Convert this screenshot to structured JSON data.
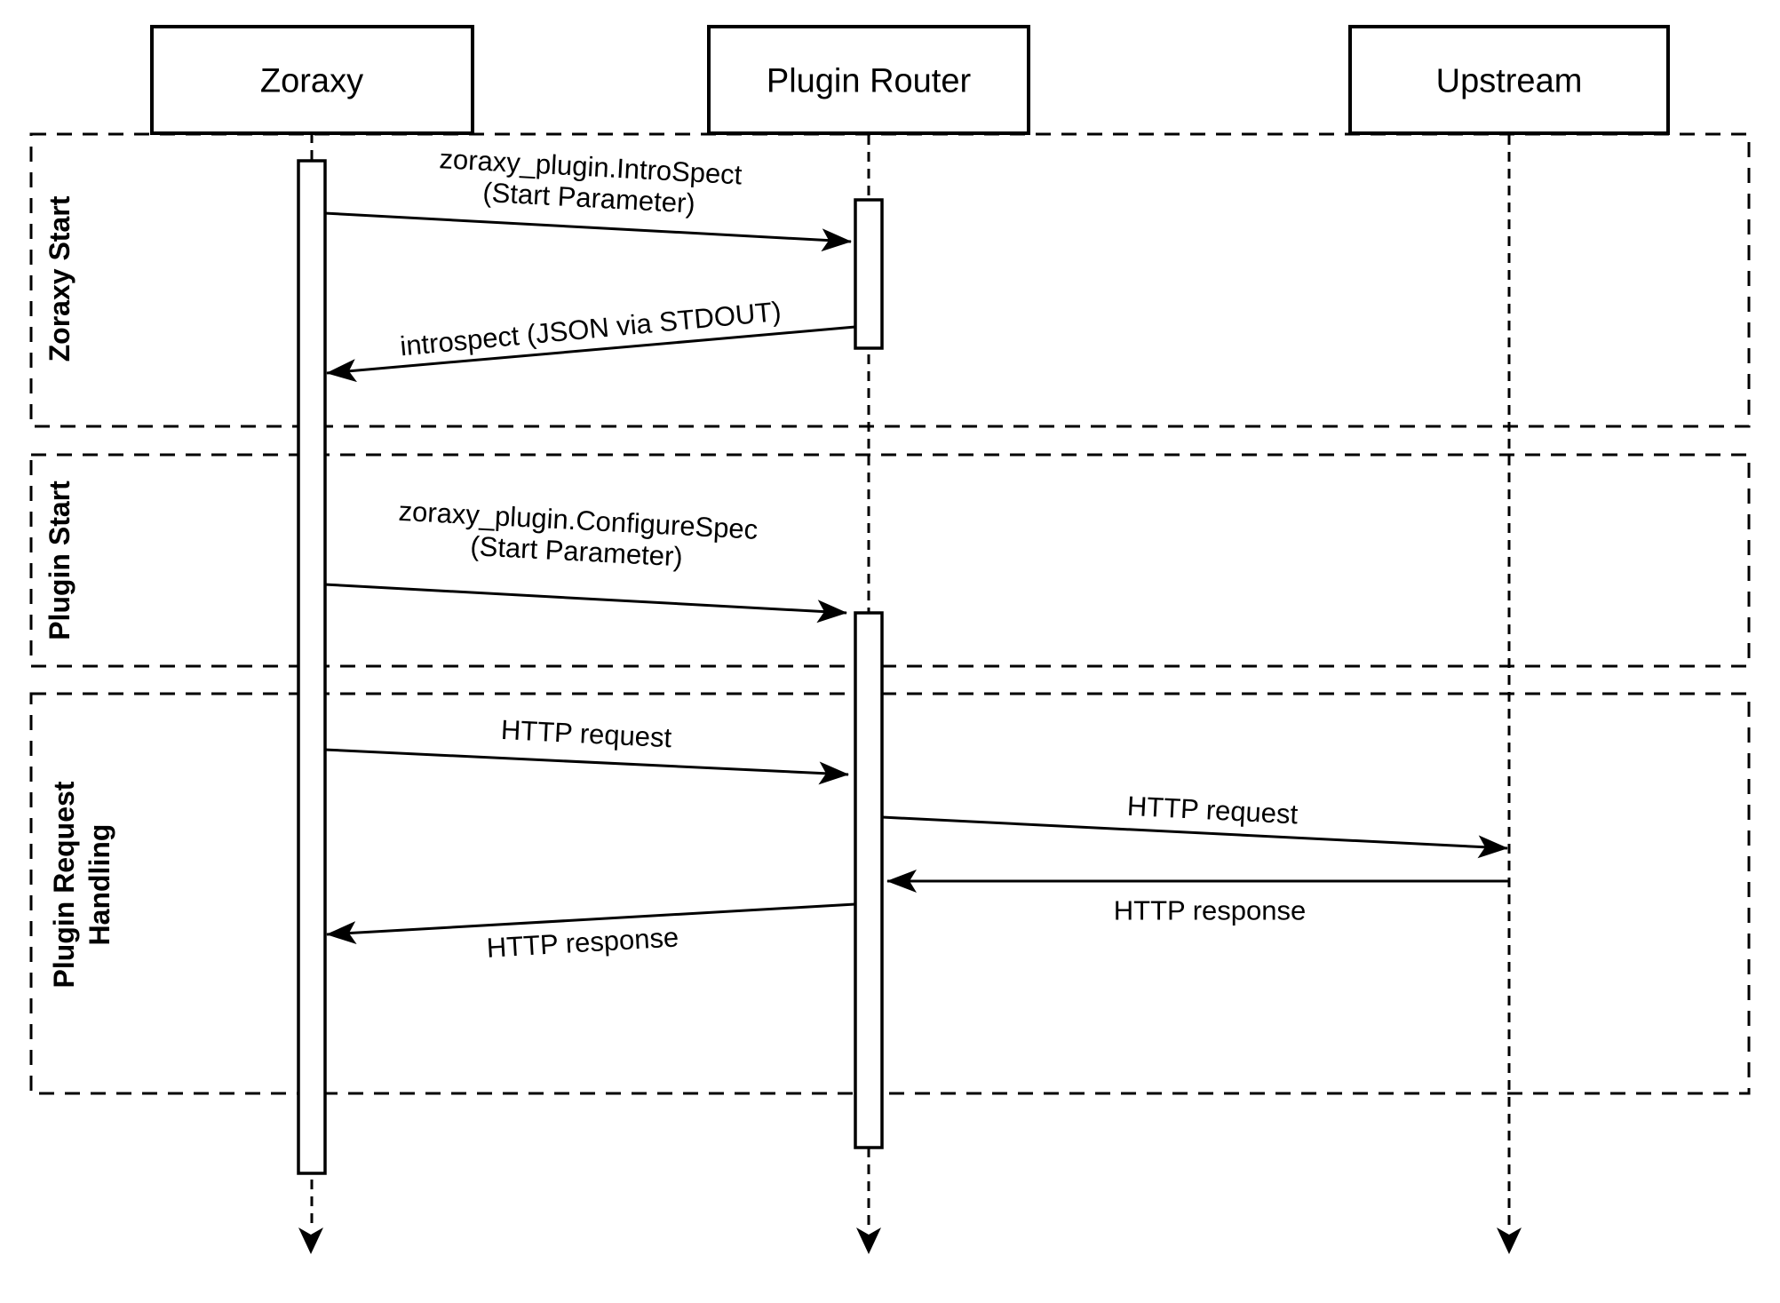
{
  "diagram": {
    "type": "sequence-diagram",
    "colors": {
      "ink": "#000000",
      "background": "#ffffff"
    },
    "participants": [
      {
        "name": "Zoraxy"
      },
      {
        "name": "Plugin Router"
      },
      {
        "name": "Upstream"
      }
    ],
    "frames": [
      {
        "label": "Zoraxy Start"
      },
      {
        "label": "Plugin Start"
      },
      {
        "label": "Plugin Request\nHandling"
      }
    ],
    "messages": [
      {
        "label": "zoraxy_plugin.IntroSpect\n(Start Parameter)",
        "from": "Zoraxy",
        "to": "Plugin Router"
      },
      {
        "label": "introspect (JSON via STDOUT)",
        "from": "Plugin Router",
        "to": "Zoraxy"
      },
      {
        "label": "zoraxy_plugin.ConfigureSpec\n(Start Parameter)",
        "from": "Zoraxy",
        "to": "Plugin Router"
      },
      {
        "label": "HTTP request",
        "from": "Zoraxy",
        "to": "Plugin Router"
      },
      {
        "label": "HTTP request",
        "from": "Plugin Router",
        "to": "Upstream"
      },
      {
        "label": "HTTP response",
        "from": "Upstream",
        "to": "Plugin Router"
      },
      {
        "label": "HTTP response",
        "from": "Plugin Router",
        "to": "Zoraxy"
      }
    ]
  }
}
